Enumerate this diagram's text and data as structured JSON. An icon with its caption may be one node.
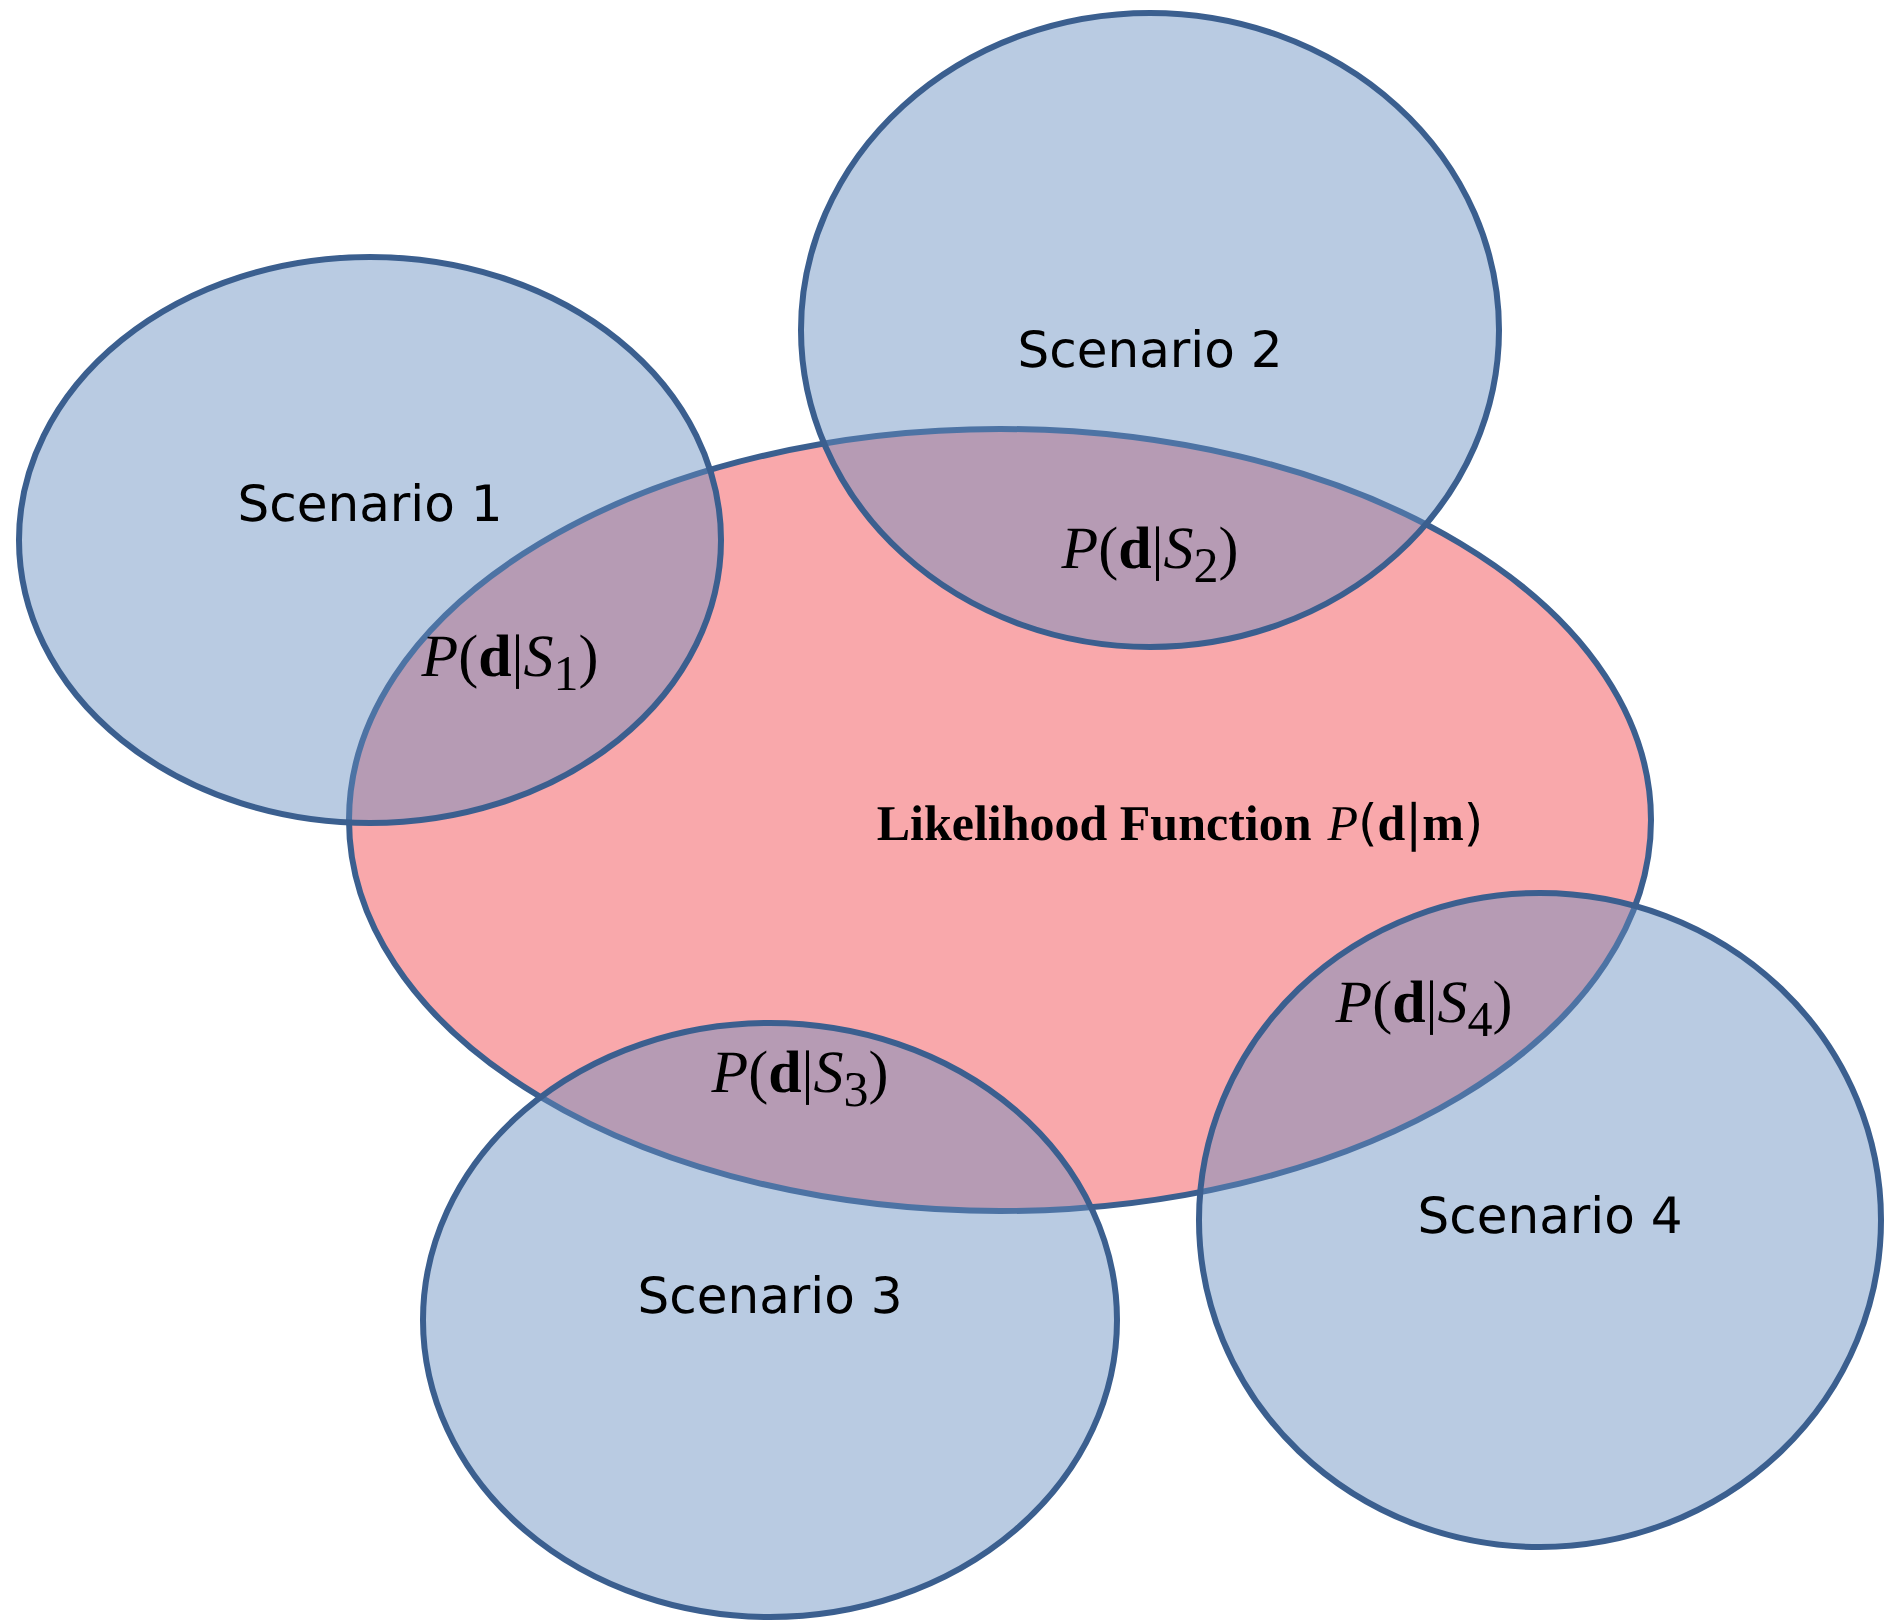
{
  "diagram": {
    "nodes": [
      {
        "text": [
          "**Likelihood Function** *P*(**d**|**m**)"
        ]
      },
      {
        "text": [
          "Scenario 1"
        ]
      },
      {
        "text": [
          "Scenario 2"
        ]
      },
      {
        "text": [
          "Scenario 3"
        ]
      },
      {
        "text": [
          "Scenario 4"
        ]
      }
    ],
    "edges": [],
    "labels": [
      "*P*(**d**|*S*$_{1}$)",
      "*P*(**d**|*S*$_{2}$)",
      "*P*(**d**|*S*$_{3}$)",
      "*P*(**d**|*S*$_{4}$)"
    ]
  }
}
